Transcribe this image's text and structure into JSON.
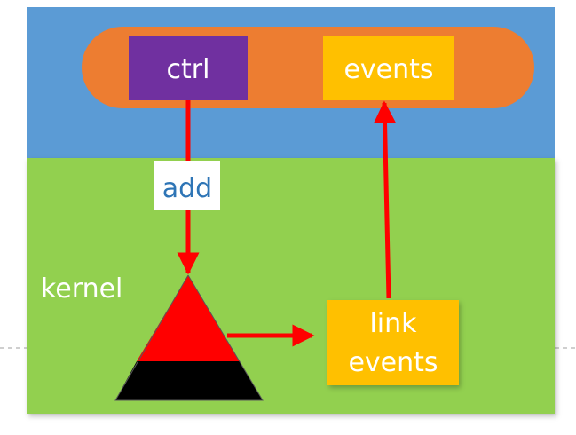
{
  "diagram": {
    "colors": {
      "user_space": "#5B9BD5",
      "kernel_space": "#92D050",
      "process_pill": "#ED7D31",
      "ctrl_box": "#7030A0",
      "events_box": "#FFC000",
      "arrow": "#FF0000",
      "triangle_top": "#FF0000",
      "triangle_base": "#000000",
      "add_label_bg": "#FFFFFF",
      "add_label_text": "#2E75B6",
      "guide_line": "#BFBFBF"
    },
    "labels": {
      "ctrl": "ctrl",
      "events": "events",
      "add": "add",
      "kernel": "kernel",
      "link_events_line1": "link",
      "link_events_line2": "events"
    }
  }
}
